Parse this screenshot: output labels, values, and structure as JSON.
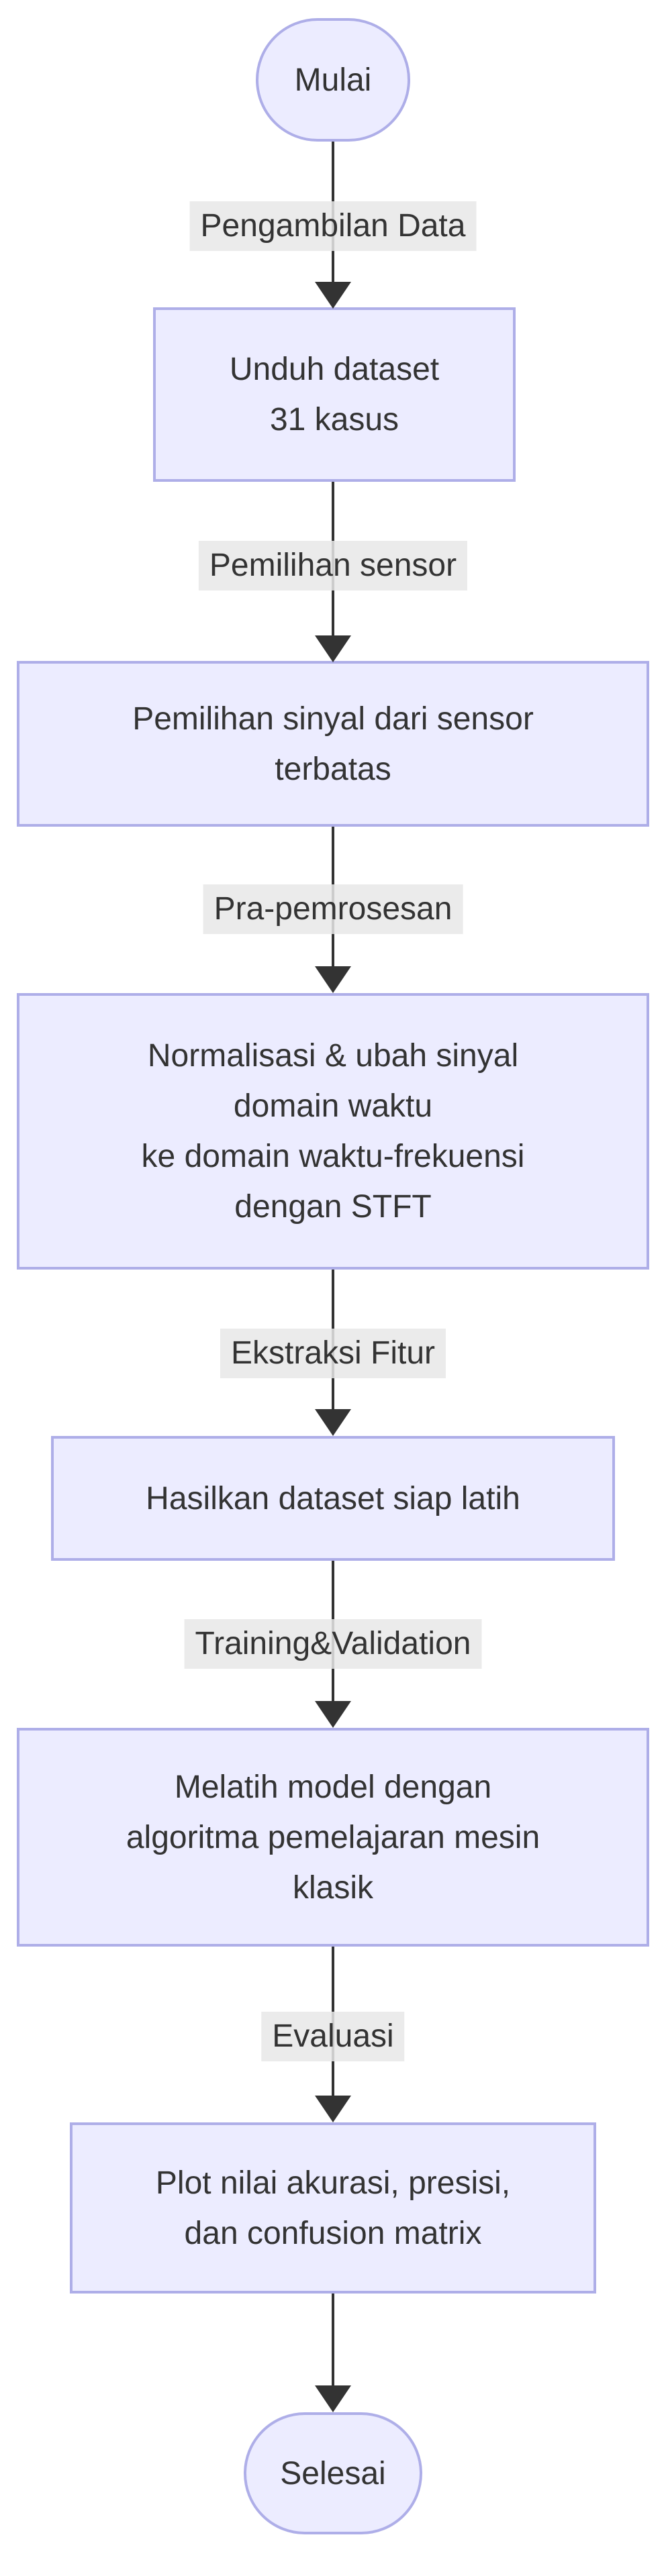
{
  "diagram": {
    "type": "flowchart-top-down",
    "colors": {
      "background": "#FFFFFF",
      "node_fill": "#ECECFF",
      "node_border": "#AEAEE8",
      "text": "#333333",
      "edge": "#333333",
      "edge_label_bg": "#E8E8E8"
    },
    "start": {
      "label": "Mulai"
    },
    "end": {
      "label": "Selesai"
    },
    "steps": [
      {
        "edge_label": "Pengambilan Data",
        "box_lines": [
          "Unduh dataset",
          "31 kasus"
        ]
      },
      {
        "edge_label": "Pemilihan sensor",
        "box_lines": [
          "Pemilihan sinyal dari sensor",
          "terbatas"
        ]
      },
      {
        "edge_label": "Pra-pemrosesan",
        "box_lines": [
          "Normalisasi & ubah sinyal",
          "domain waktu",
          "ke domain waktu-frekuensi",
          "dengan STFT"
        ]
      },
      {
        "edge_label": "Ekstraksi Fitur",
        "box_lines": [
          "Hasilkan dataset siap latih"
        ]
      },
      {
        "edge_label": "Training&Validation",
        "box_lines": [
          "Melatih model dengan",
          "algoritma pemelajaran mesin",
          "klasik"
        ]
      },
      {
        "edge_label": "Evaluasi",
        "box_lines": [
          "Plot nilai akurasi, presisi,",
          "dan confusion matrix"
        ]
      }
    ]
  }
}
